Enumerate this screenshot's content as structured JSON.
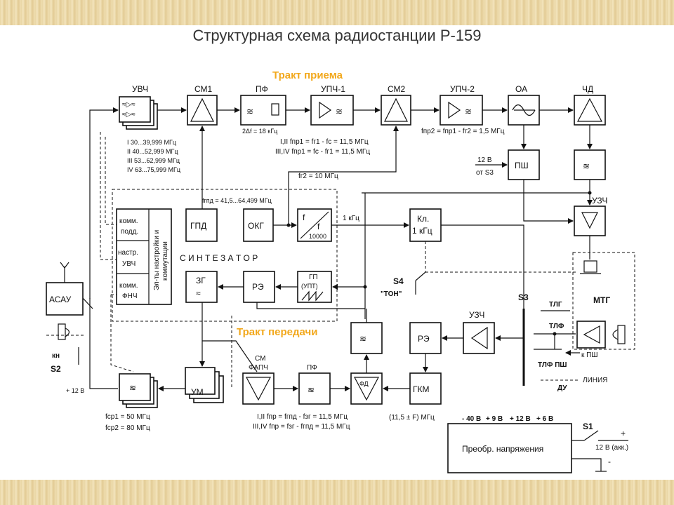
{
  "title": "Структурная схема радиостанции Р-159",
  "paths": {
    "rx": "Тракт приема",
    "tx": "Тракт передачи"
  },
  "blocks": {
    "uvch": "УВЧ",
    "sm1": "СМ1",
    "pf": "ПФ",
    "upch1": "УПЧ-1",
    "sm2": "СМ2",
    "upch2": "УПЧ-2",
    "oa": "ОА",
    "chd": "ЧД",
    "psh": "ПШ",
    "uzch": "УЗЧ",
    "gpd": "ГПД",
    "okg": "ОКГ",
    "kl_a": "Кл.",
    "kl_b": "1 кГц",
    "zg": "ЗГ",
    "re": "РЭ",
    "gp_a": "ГП",
    "gp_b": "(УПТ)",
    "fd": "ФД",
    "re2": "РЭ",
    "gkm": "ГКМ",
    "um": "УМ",
    "asau": "АСАУ",
    "mtg": "МТГ",
    "uzch2": "УЗЧ",
    "kom_a1": "комм.",
    "kom_a2": "подд.",
    "nastr1": "настр.",
    "nastr2": "УВЧ",
    "kom_c1": "комм.",
    "kom_c2": "ФНЧ",
    "elts": "Эл-ты настройки и",
    "elts2": "коммутации",
    "synth": "С И Н Т Е З А Т О Р",
    "conv": "Преобр. напряжения",
    "div_f": "f",
    "div_f2": "f",
    "div_n": "10000"
  },
  "labels": {
    "pf_bw": "2Δf = 18 кГц",
    "band1": "I  30...39,999 МГц",
    "band2": "II  40...52,999 МГц",
    "band3": "III  53...62,999 МГц",
    "band4": "IV  63...75,999 МГц",
    "fpr1_a": "I,II  fпр1 = fг1 - fс = 11,5 МГц",
    "fpr1_b": "III,IV  fпр1 = fс - fг1 = 11,5 МГц",
    "fpr2": "fпр2 = fпр1 - fг2 = 1,5 МГц",
    "fg2": "fг2 = 10 МГц",
    "fgpd": "fгпд = 41,5...64,499 МГц",
    "f1khz": "1 кГц",
    "v12_a": "12 В",
    "v12_b": "от S3",
    "s4": "S4",
    "s4_ton": "\"ТОН\"",
    "s3": "S3",
    "tlg": "ТЛГ",
    "tlf": "ТЛФ",
    "tlf_psh": "ТЛФ ПШ",
    "k_psh": "к ПШ",
    "du": "ДУ",
    "liniya": "ЛИНИЯ",
    "kn": "кн",
    "s2": "S2",
    "v12_plus": "+ 12 В",
    "fsr1": "fср1 = 50 МГц",
    "fsr2": "fср2 = 80 МГц",
    "sm_fapch_a": "СМ",
    "sm_fapch_b": "ФАПЧ",
    "pf2": "ПФ",
    "fpr_tx1": "I,II  fпр = fгпд - fзг = 11,5 МГц",
    "fpr_tx2": "III,IV  fпр = fзг - fгпд = 11,5 МГц",
    "f_gkm": "(11,5 ± F) МГц",
    "rail1": "- 40 В",
    "rail2": "+ 9 В",
    "rail3": "+ 12 В",
    "rail4": "+ 6 В",
    "s1": "S1",
    "plus": "+",
    "minus": "-",
    "akk": "12 В (акк.)"
  }
}
